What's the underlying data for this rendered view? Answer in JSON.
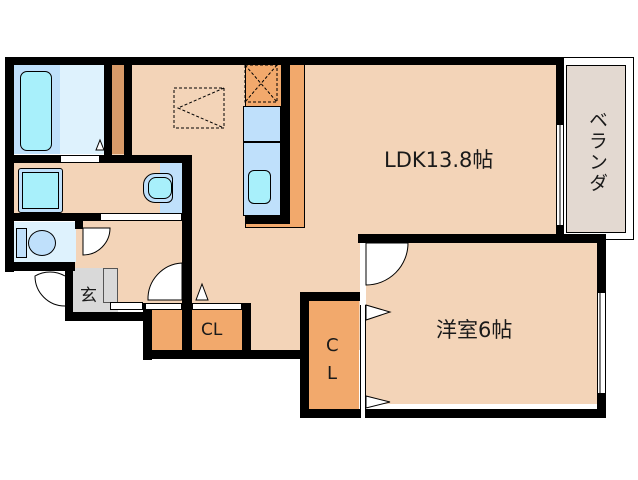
{
  "floor_plan": {
    "rooms": [
      {
        "id": "ldk",
        "label": "LDK13.8帖"
      },
      {
        "id": "western_room",
        "label": "洋室6帖"
      },
      {
        "id": "veranda",
        "label": "ベランダ"
      },
      {
        "id": "entrance",
        "label": "玄"
      },
      {
        "id": "closet_small",
        "label": "CL"
      },
      {
        "id": "closet_tall_c",
        "label": "C"
      },
      {
        "id": "closet_tall_l",
        "label": "L"
      }
    ],
    "colors": {
      "floor": "#f3d4b8",
      "wall": "#000000",
      "closet": "#f2a96c",
      "wet_area": "#bfe0fb",
      "wet_area_light": "#def2fd",
      "fixture": "#a8f0fb",
      "veranda": "#e3d9d1",
      "entrance_floor": "#d9d9d9",
      "counter": "#d89a68"
    }
  }
}
